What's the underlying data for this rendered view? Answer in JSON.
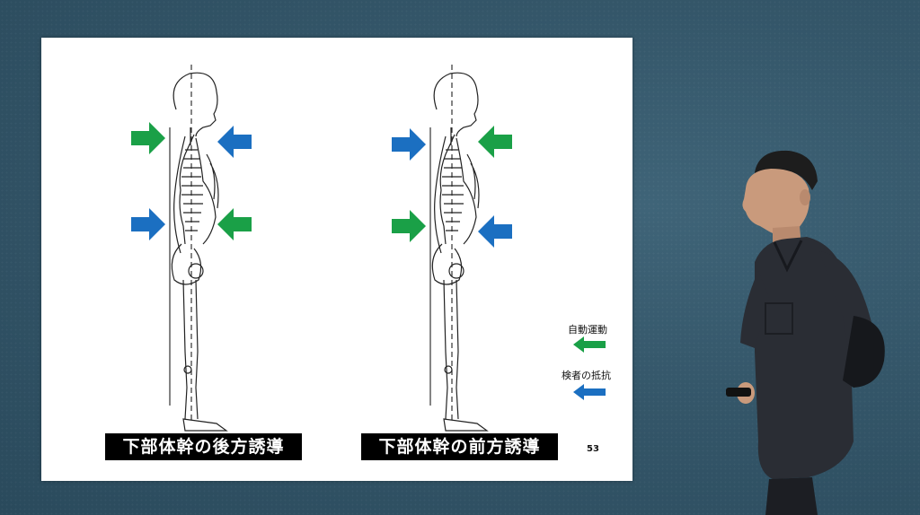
{
  "slide": {
    "caption_left": "下部体幹の後方誘導",
    "caption_right": "下部体幹の前方誘導",
    "page_number": "53",
    "legend": {
      "active_label": "自動運動",
      "resistance_label": "検者の抵抗"
    }
  },
  "colors": {
    "active": "#1aa047",
    "resistance": "#1b6fc1",
    "wall": "#345669",
    "caption_bg": "#000000"
  },
  "icons": {
    "active": "arrow-left-green-icon",
    "resistance": "arrow-left-blue-icon"
  }
}
